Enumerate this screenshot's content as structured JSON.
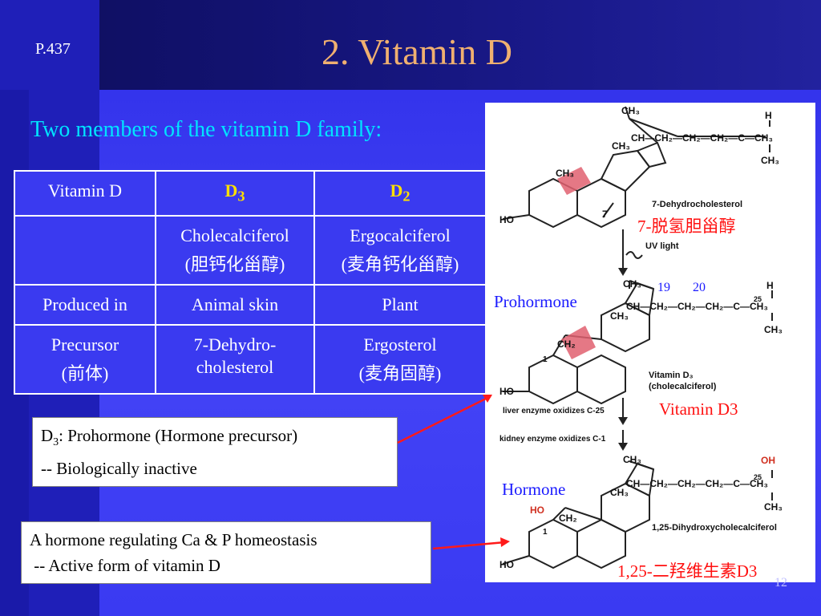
{
  "page_ref": "P.437",
  "title": "2. Vitamin D",
  "subtitle": "Two members of the vitamin D family:",
  "table": {
    "header": {
      "c1": "Vitamin D",
      "c2_main": "D",
      "c2_sub": "3",
      "c3_main": "D",
      "c3_sub": "2"
    },
    "rows": [
      {
        "c1a": "",
        "c1b": "",
        "c2a": "Cholecalciferol",
        "c2b": "(胆钙化甾醇)",
        "c3a": "Ergocalciferol",
        "c3b": "(麦角钙化甾醇)"
      },
      {
        "c1a": "Produced in",
        "c1b": "",
        "c2a": "Animal skin",
        "c2b": "",
        "c3a": "Plant",
        "c3b": ""
      },
      {
        "c1a": "Precursor",
        "c1b": "(前体)",
        "c2a": "7-Dehydro-",
        "c2b": "cholesterol",
        "c3a": "Ergosterol",
        "c3b": "(麦角固醇)"
      }
    ]
  },
  "box1": {
    "d": "D",
    "sub": "3",
    "line1_rest": ": Prohormone (Hormone precursor)",
    "line2": "-- Biologically inactive"
  },
  "box2": {
    "line1": "A hormone regulating Ca & P homeostasis",
    "line2": " -- Active form of vitamin D"
  },
  "diagram": {
    "labels": {
      "dehydro_cn": "7-脱氢胆甾醇",
      "prohormone": "Prohormone",
      "vitamin_d3": "Vitamin D3",
      "hormone": "Hormone",
      "dihydroxy_cn": "1,25-二羟维生素D3",
      "n19": "19",
      "n20": "20"
    },
    "text": {
      "ch3": "CH₃",
      "h": "H",
      "chain1": "CH—CH₂—CH₂—CH₂—C—CH₃",
      "dehydro_en": "7-Dehydrocholesterol",
      "uv": "UV light",
      "vitd3_en1": "Vitamin D₃",
      "vitd3_en2": "(cholecalciferol)",
      "liver": "liver enzyme oxidizes C-25",
      "kidney": "kidney enzyme oxidizes C-1",
      "dihydroxy_en": "1,25-Dihydroxycholecalciferol",
      "ho": "HO",
      "oh": "OH",
      "ch2": "CH₂",
      "n7": "7",
      "n1": "1",
      "n25": "25"
    }
  },
  "slide_number": "12",
  "colors": {
    "background": "#3c3cf2",
    "title": "#f0b070",
    "subtitle": "#00e4ff",
    "highlight_red": "#ff1010",
    "label_blue": "#1a1aff"
  }
}
